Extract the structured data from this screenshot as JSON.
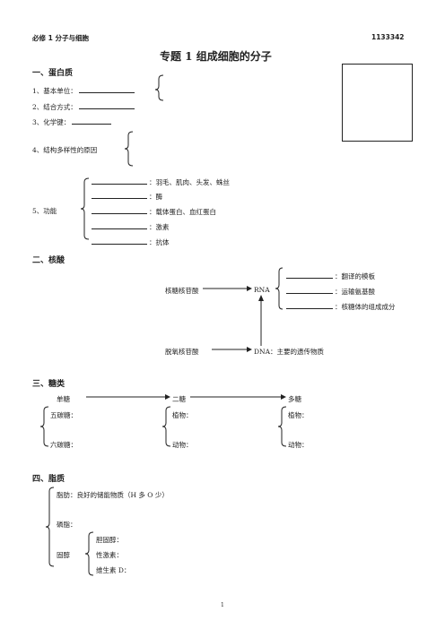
{
  "header": {
    "left": "必修 1 分子与细胞",
    "right": "1133342",
    "title": "专题 1 组成细胞的分子"
  },
  "s1": {
    "heading": "一、蛋白质",
    "i1": "1、基本单位：",
    "i2": "2、结合方式：",
    "i3": "3、化学键：",
    "i4": "4、结构多样性的原因",
    "i5": "5、功能",
    "funcs": [
      "：羽毛、肌肉、头发、蛛丝",
      "：酶",
      "：载体蛋白、血红蛋白",
      "：激素",
      "：抗体"
    ]
  },
  "s2": {
    "heading": "二、核酸",
    "ribo": "核糖核苷酸",
    "rna": "RNA",
    "rna_funcs": [
      "：翻译的模板",
      "：运输氨基酸",
      "：核糖体的组成成分"
    ],
    "deoxy": "脱氧核苷酸",
    "dna": "DNA：主要的遗传物质"
  },
  "s3": {
    "heading": "三、糖类",
    "mono": "单糖",
    "di": "二糖",
    "poly": "多糖",
    "pentose": "五碳糖：",
    "hexose": "六碳糖：",
    "di_plant": "植物：",
    "di_animal": "动物：",
    "poly_plant": "植物：",
    "poly_animal": "动物："
  },
  "s4": {
    "heading": "四、脂质",
    "fat": "脂肪：良好的储能物质（H 多 O 少）",
    "phos": "磷脂：",
    "sterol": "固醇",
    "chol": "胆固醇：",
    "sex": "性激素：",
    "vitd": "维生素 D："
  },
  "page_number": "1"
}
